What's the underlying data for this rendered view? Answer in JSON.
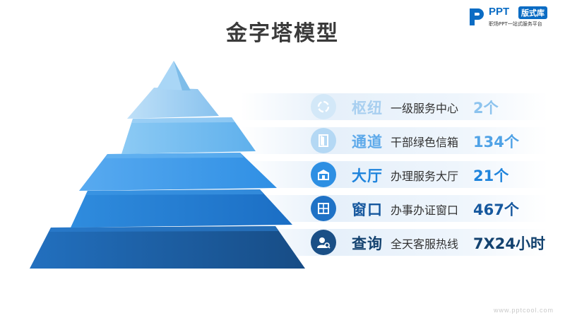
{
  "title": "金字塔模型",
  "logo": {
    "brand": "PPT",
    "badge": "版式库",
    "tagline": "职场PPT一站式服务平台"
  },
  "tiers": [
    {
      "name": "枢纽",
      "desc": "一级服务中心",
      "value": "2个",
      "icon": "refresh-circle-icon",
      "color": "#a8cff0",
      "circle": "#d3e8f8"
    },
    {
      "name": "通道",
      "desc": "干部绿色信箱",
      "value": "134个",
      "icon": "door-icon",
      "color": "#6fb3ea",
      "circle": "#b4d8f4"
    },
    {
      "name": "大厅",
      "desc": "办理服务大厅",
      "value": "21个",
      "icon": "building-icon",
      "color": "#2d8fe3",
      "circle": "#2d8fe3"
    },
    {
      "name": "窗口",
      "desc": "办事办证窗口",
      "value": "467个",
      "icon": "window-icon",
      "color": "#1d6fc2",
      "circle": "#1f72c6"
    },
    {
      "name": "查询",
      "desc": "全天客服热线",
      "value": "7X24小时",
      "icon": "user-search-icon",
      "color": "#174e86",
      "circle": "#1a4f86"
    }
  ],
  "footer": "www.pptcool.com"
}
